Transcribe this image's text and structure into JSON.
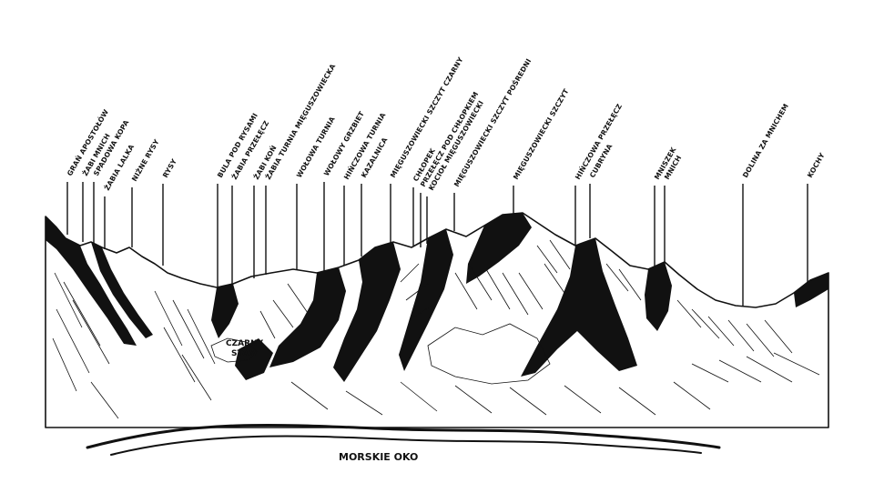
{
  "peaks": [
    {
      "id": "gran-apostolow",
      "label": "GRAŃ APOSTOŁÓW"
    },
    {
      "id": "zabi-mnich",
      "label": "ŻABI MNICH"
    },
    {
      "id": "spadowa-kopa",
      "label": "SPADOWA KOPA"
    },
    {
      "id": "zabia-lalka",
      "label": "ŻABIA LALKA"
    },
    {
      "id": "nizne-rysy",
      "label": "NIŻNE RYSY"
    },
    {
      "id": "rysy",
      "label": "RYSY"
    },
    {
      "id": "bula-pod-rysami",
      "label": "BULA POD RYSAMI"
    },
    {
      "id": "zabia-przelecz",
      "label": "ŻABIA PRZEŁĘCZ"
    },
    {
      "id": "zabi-kon",
      "label": "ŻABI KOŃ"
    },
    {
      "id": "zabia-turnia-mieguszowiecka",
      "label": "ŻABIA TURNIA MIĘGUSZOWIECKA"
    },
    {
      "id": "wolowa-turnia",
      "label": "WOŁOWA TURNIA"
    },
    {
      "id": "wolowy-grzbiet",
      "label": "WOŁOWY GRZBIET"
    },
    {
      "id": "hinczowa-turnia",
      "label": "HIŃCZOWA TURNIA"
    },
    {
      "id": "kazalnica",
      "label": "KAZALNICA"
    },
    {
      "id": "mieguszowiecki-szczyt-czarny",
      "label": "MIĘGUSZOWIECKI SZCZYT CZARNY"
    },
    {
      "id": "chlopek",
      "label": "CHŁOPEK"
    },
    {
      "id": "przelecz-pod-chlopkiem",
      "label": "PRZEŁĘCZ POD CHŁOPKIEM"
    },
    {
      "id": "kociol-mieguszowiecki",
      "label": "KOCIOŁ MIĘGUSZOWIECKI"
    },
    {
      "id": "mieguszowiecki-szczyt-posredni",
      "label": "MIĘGUSZOWIECKI SZCZYT POŚREDNI"
    },
    {
      "id": "mieguszowiecki-szczyt",
      "label": "MIĘGUSZOWIECKI SZCZYT"
    },
    {
      "id": "hinczowa-przelecz",
      "label": "HIŃCZOWA PRZEŁĘCZ"
    },
    {
      "id": "cubryna",
      "label": "CUBRYNA"
    },
    {
      "id": "mniszek",
      "label": "MNISZEK"
    },
    {
      "id": "mnich",
      "label": "MNICH"
    },
    {
      "id": "dolina-za-mnichem",
      "label": "DOLINA ZA MNICHEM"
    },
    {
      "id": "kochy",
      "label": "KOCHY"
    }
  ],
  "czarny_staw": {
    "line1": "CZARNY",
    "line2": "STAW"
  },
  "lake": {
    "label": "MORSKIE OKO"
  }
}
